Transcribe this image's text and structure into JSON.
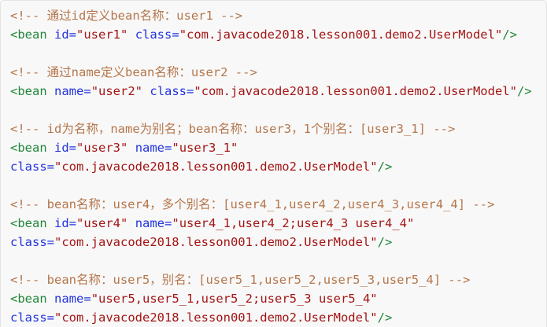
{
  "code_block": {
    "language": "xml",
    "background": "#f8f8f8",
    "border_color": "#e3e3e3",
    "colors": {
      "comment": "#b5764b",
      "tag": "#22863a",
      "attr": "#2233dd",
      "string": "#a31515",
      "plain": "#333333"
    },
    "lines": [
      {
        "tokens": [
          {
            "type": "comment",
            "text": "<!-- 通过id定义bean名称：user1 -->"
          }
        ]
      },
      {
        "tokens": [
          {
            "type": "tag",
            "text": "<bean"
          },
          {
            "type": "plain",
            "text": " "
          },
          {
            "type": "attr",
            "text": "id="
          },
          {
            "type": "string",
            "text": "\"user1\""
          },
          {
            "type": "plain",
            "text": " "
          },
          {
            "type": "attr",
            "text": "class="
          },
          {
            "type": "string",
            "text": "\"com.javacode2018.lesson001.demo2.UserModel\""
          },
          {
            "type": "tag",
            "text": "/>"
          }
        ]
      },
      {
        "tokens": []
      },
      {
        "tokens": [
          {
            "type": "comment",
            "text": "<!-- 通过name定义bean名称：user2 -->"
          }
        ]
      },
      {
        "tokens": [
          {
            "type": "tag",
            "text": "<bean"
          },
          {
            "type": "plain",
            "text": " "
          },
          {
            "type": "attr",
            "text": "name="
          },
          {
            "type": "string",
            "text": "\"user2\""
          },
          {
            "type": "plain",
            "text": " "
          },
          {
            "type": "attr",
            "text": "class="
          },
          {
            "type": "string",
            "text": "\"com.javacode2018.lesson001.demo2.UserModel\""
          },
          {
            "type": "tag",
            "text": "/>"
          }
        ]
      },
      {
        "tokens": []
      },
      {
        "tokens": [
          {
            "type": "comment",
            "text": "<!-- id为名称，name为别名；bean名称：user3，1个别名：[user3_1] -->"
          }
        ]
      },
      {
        "tokens": [
          {
            "type": "tag",
            "text": "<bean"
          },
          {
            "type": "plain",
            "text": " "
          },
          {
            "type": "attr",
            "text": "id="
          },
          {
            "type": "string",
            "text": "\"user3\""
          },
          {
            "type": "plain",
            "text": " "
          },
          {
            "type": "attr",
            "text": "name="
          },
          {
            "type": "string",
            "text": "\"user3_1\""
          }
        ]
      },
      {
        "tokens": [
          {
            "type": "attr",
            "text": "class="
          },
          {
            "type": "string",
            "text": "\"com.javacode2018.lesson001.demo2.UserModel\""
          },
          {
            "type": "tag",
            "text": "/>"
          }
        ]
      },
      {
        "tokens": []
      },
      {
        "tokens": [
          {
            "type": "comment",
            "text": "<!-- bean名称：user4，多个别名：[user4_1,user4_2,user4_3,user4_4] -->"
          }
        ]
      },
      {
        "tokens": [
          {
            "type": "tag",
            "text": "<bean"
          },
          {
            "type": "plain",
            "text": " "
          },
          {
            "type": "attr",
            "text": "id="
          },
          {
            "type": "string",
            "text": "\"user4\""
          },
          {
            "type": "plain",
            "text": " "
          },
          {
            "type": "attr",
            "text": "name="
          },
          {
            "type": "string",
            "text": "\"user4_1,user4_2;user4_3 user4_4\""
          }
        ]
      },
      {
        "tokens": [
          {
            "type": "attr",
            "text": "class="
          },
          {
            "type": "string",
            "text": "\"com.javacode2018.lesson001.demo2.UserModel\""
          },
          {
            "type": "tag",
            "text": "/>"
          }
        ]
      },
      {
        "tokens": []
      },
      {
        "tokens": [
          {
            "type": "comment",
            "text": "<!-- bean名称：user5，别名：[user5_1,user5_2,user5_3,user5_4] -->"
          }
        ]
      },
      {
        "tokens": [
          {
            "type": "tag",
            "text": "<bean"
          },
          {
            "type": "plain",
            "text": " "
          },
          {
            "type": "attr",
            "text": "name="
          },
          {
            "type": "string",
            "text": "\"user5,user5_1,user5_2;user5_3 user5_4\""
          }
        ]
      },
      {
        "tokens": [
          {
            "type": "attr",
            "text": "class="
          },
          {
            "type": "string",
            "text": "\"com.javacode2018.lesson001.demo2.UserModel\""
          },
          {
            "type": "tag",
            "text": "/>"
          }
        ]
      }
    ]
  }
}
